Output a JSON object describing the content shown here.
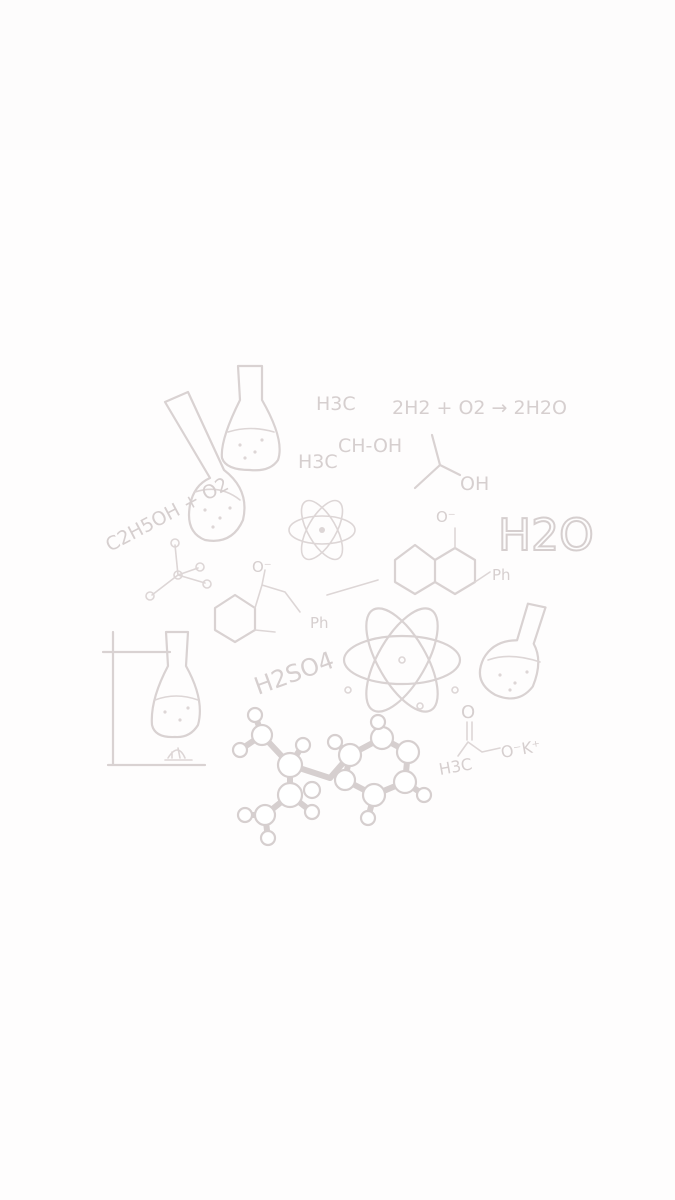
{
  "background": {
    "color": "#fefdfd",
    "ink_color": "#d9d2d2"
  },
  "doodle_labels": {
    "h3c_top": "H3C",
    "ch_oh": "CH-OH",
    "h3c_bottom": "H3C",
    "reaction": "2H2 + O2 → 2H2O",
    "oh": "OH",
    "ethanol": "C2H5OH + O2",
    "o_minus_left": "O⁻",
    "ph_left": "Ph",
    "o_minus_right": "O⁻",
    "ph_right": "Ph",
    "water": "H2O",
    "sulfuric": "H2SO4",
    "carbonyl_o": "O",
    "acetate": "H3C",
    "acetate_tail": "O⁻K⁺"
  }
}
